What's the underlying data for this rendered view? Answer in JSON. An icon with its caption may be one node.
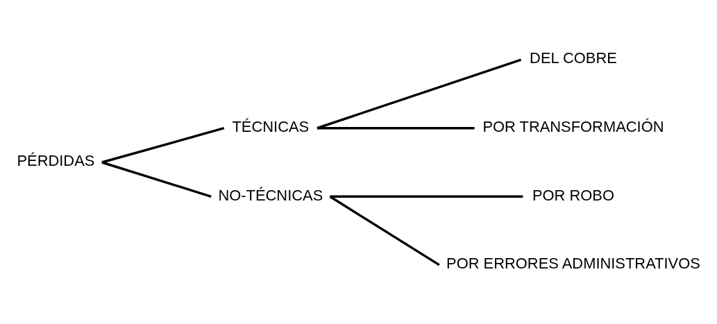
{
  "diagram": {
    "nodes": [
      {
        "text": [
          "PÉRDIDAS"
        ]
      },
      {
        "text": [
          "TÉCNICAS"
        ]
      },
      {
        "text": [
          "NO-TÉCNICAS"
        ]
      },
      {
        "text": [
          "DEL COBRE"
        ]
      },
      {
        "text": [
          "POR TRANSFORMACIÓN"
        ]
      },
      {
        "text": [
          "POR ROBO"
        ]
      },
      {
        "text": [
          "POR ERRORES ADMINISTRATIVOS"
        ]
      }
    ],
    "edges": [
      {
        "from": 0,
        "to": 1,
        "arrow": "none"
      },
      {
        "from": 0,
        "to": 2,
        "arrow": "none"
      },
      {
        "from": 1,
        "to": 3,
        "arrow": "none"
      },
      {
        "from": 1,
        "to": 4,
        "arrow": "none"
      },
      {
        "from": 2,
        "to": 5,
        "arrow": "none"
      },
      {
        "from": 2,
        "to": 6,
        "arrow": "none"
      }
    ]
  }
}
